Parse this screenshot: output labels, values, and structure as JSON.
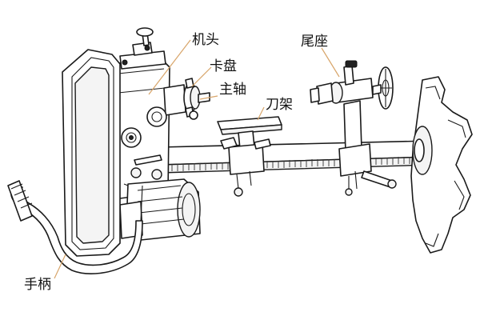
{
  "labels": {
    "headstock": "机头",
    "chuck": "卡盘",
    "spindle": "主轴",
    "tool_rest": "刀架",
    "tailstock": "尾座",
    "handle": "手柄"
  },
  "colors": {
    "outline": "#1a1a1a",
    "leader_line": "#d8a56a",
    "background": "#ffffff"
  }
}
